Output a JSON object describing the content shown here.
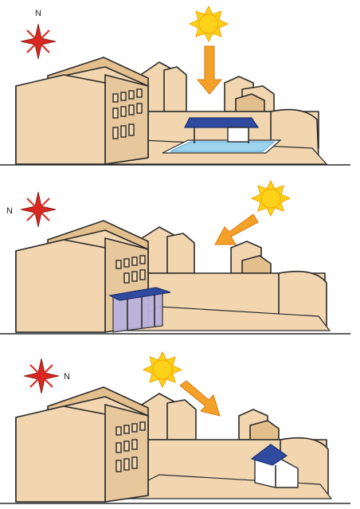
{
  "colors": {
    "wall": "#f1d6b0",
    "wall_shade": "#e7c79c",
    "roof": "#e3bf8e",
    "outline": "#2b2b2b",
    "compass": "#d8281f",
    "sun": "#ffd21a",
    "sun_stroke": "#f0a400",
    "arrow": "#f4a12a",
    "pool": "#9fd4ef",
    "pool_edge": "#6fb6dd",
    "canopy": "#2f4a9e",
    "glass": "#b9b2dd",
    "hut": "#ffffff"
  },
  "panels": [
    {
      "compass_label": "N",
      "compass_label_pos": "top",
      "sun_direction": "down",
      "feature": "pool-with-pergola",
      "feature_icon": "pool-icon"
    },
    {
      "compass_label": "N",
      "compass_label_pos": "left",
      "sun_direction": "down-left",
      "feature": "glass-veranda",
      "feature_icon": "veranda-icon"
    },
    {
      "compass_label": "N",
      "compass_label_pos": "right",
      "sun_direction": "down-right",
      "feature": "garden-shed",
      "feature_icon": "shed-icon"
    }
  ]
}
